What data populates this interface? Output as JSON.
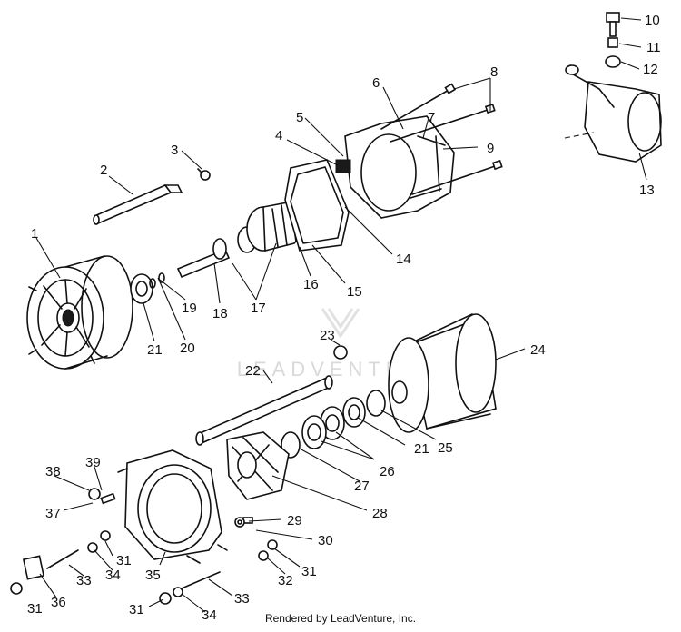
{
  "watermark": "LEADVENTURE",
  "footer": "Rendered by LeadVenture, Inc.",
  "callouts": [
    "1",
    "2",
    "3",
    "4",
    "5",
    "6",
    "7",
    "8",
    "9",
    "10",
    "11",
    "12",
    "13",
    "14",
    "15",
    "16",
    "17",
    "18",
    "19",
    "20",
    "21",
    "21",
    "22",
    "23",
    "24",
    "25",
    "26",
    "27",
    "28",
    "29",
    "30",
    "31",
    "31",
    "31",
    "31",
    "32",
    "33",
    "33",
    "34",
    "34",
    "35",
    "36",
    "37",
    "38",
    "39"
  ]
}
